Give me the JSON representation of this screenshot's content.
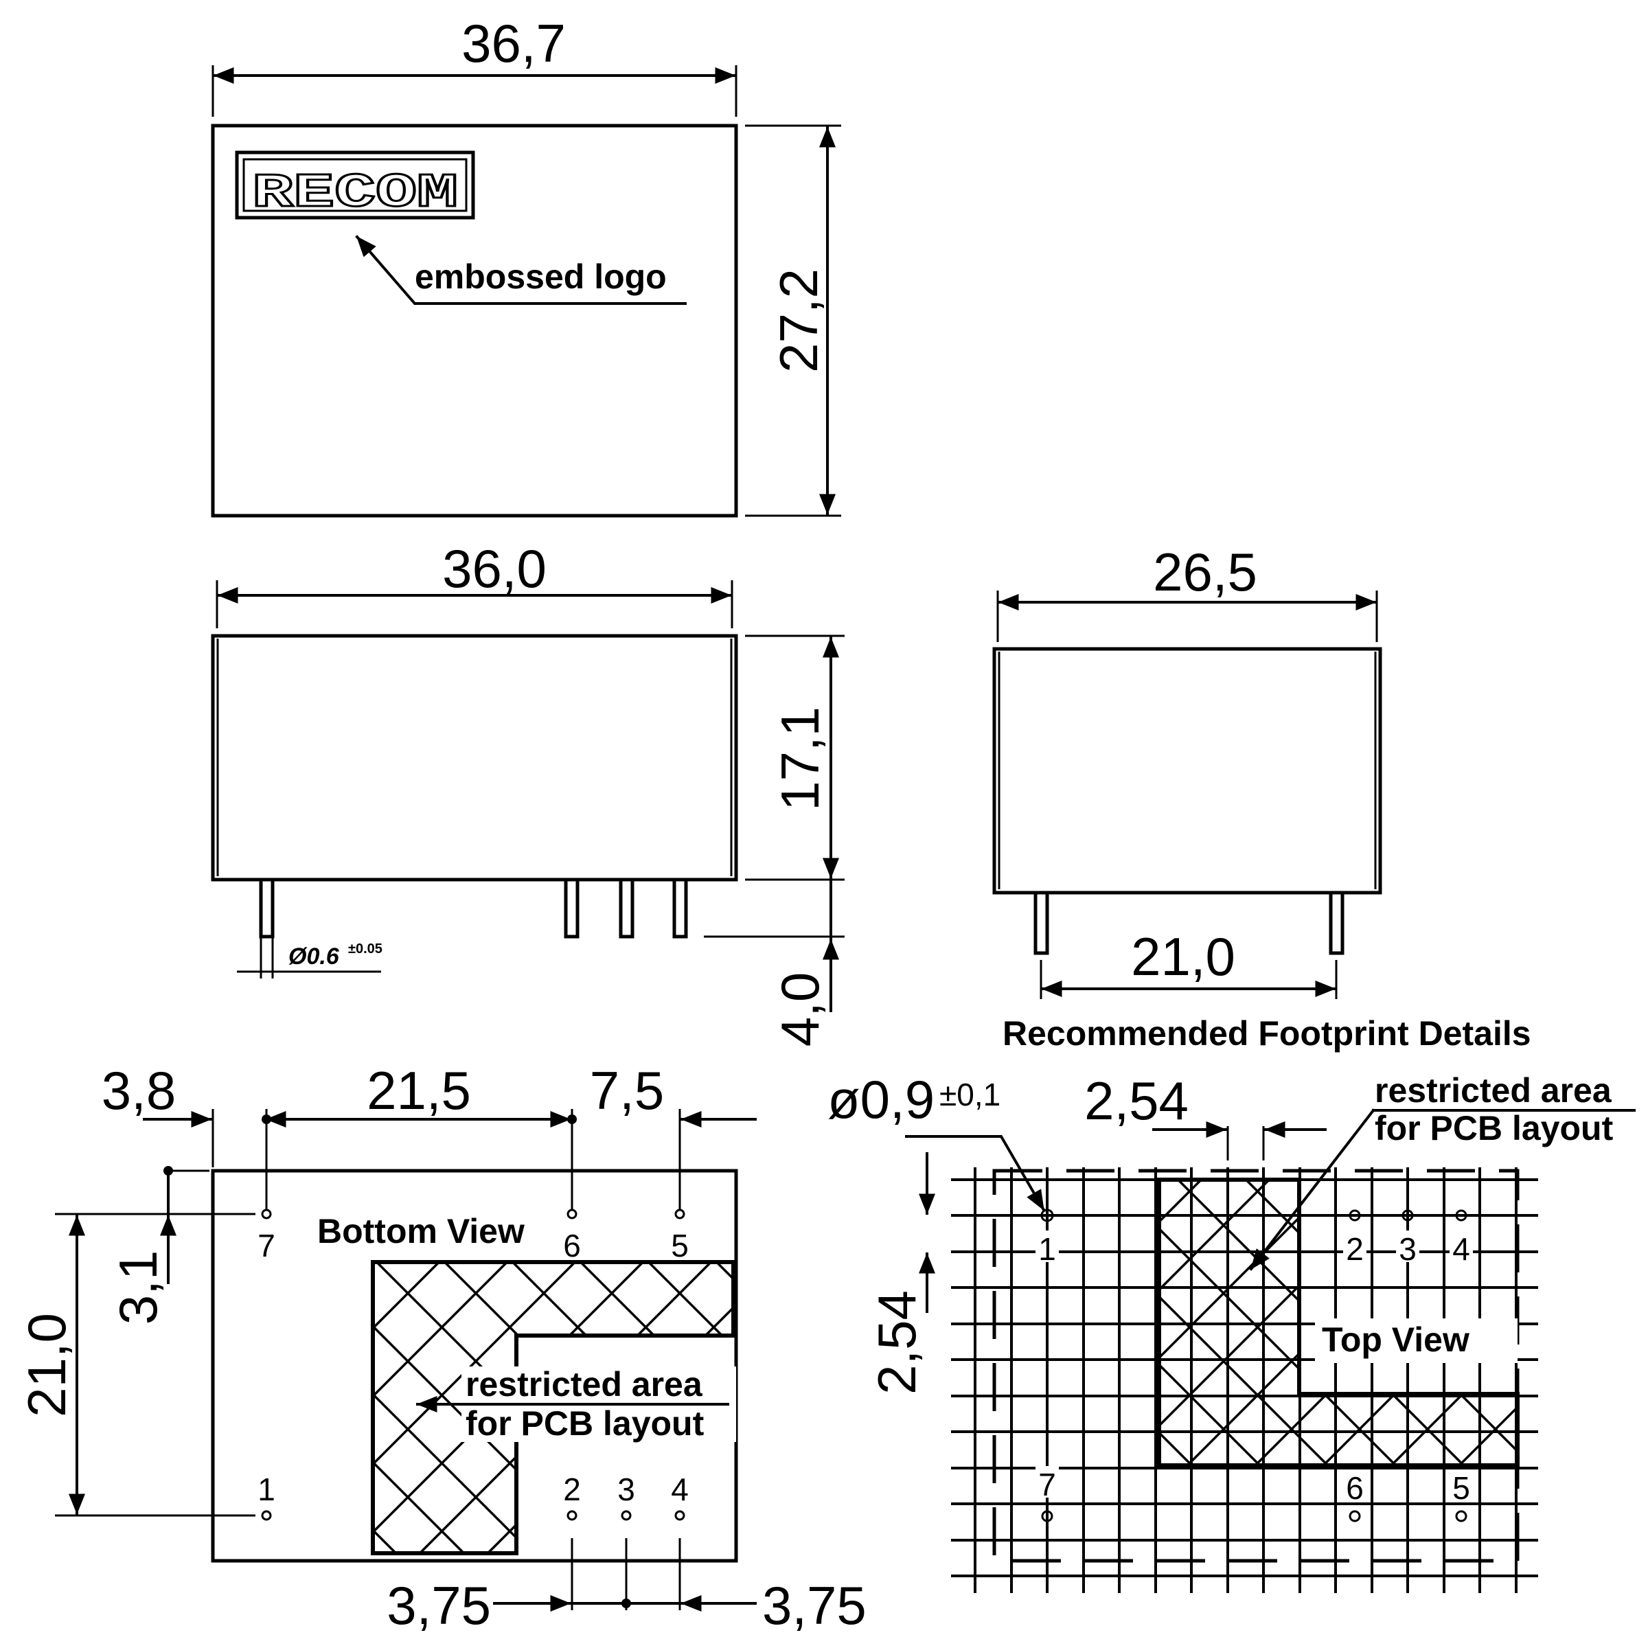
{
  "top_view": {
    "width_dim": "36,7",
    "height_dim": "27,2",
    "logo_text": "RECOM",
    "logo_label": "embossed logo"
  },
  "front_view": {
    "width_dim": "36,0",
    "height_dim": "17,1",
    "pin_length_dim": "4,0",
    "pin_diameter": "Ø0.6",
    "pin_diameter_tol": "±0.05"
  },
  "side_view": {
    "width_dim": "26,5",
    "pin_spacing_dim": "21,0"
  },
  "bottom_view": {
    "title": "Bottom View",
    "dims": {
      "left_offset": "3,8",
      "pin_span": "21,5",
      "pin_5_offset": "7,5",
      "row_spacing": "21,0",
      "top_offset": "3,1",
      "pitch_left": "3,75",
      "pitch_right": "3,75"
    },
    "restricted_label": [
      "restricted area",
      "for PCB layout"
    ],
    "pins": [
      "1",
      "2",
      "3",
      "4",
      "5",
      "6",
      "7"
    ]
  },
  "footprint": {
    "heading": "Recommended Footprint Details",
    "hole_diameter": "ø0,9",
    "hole_tol": "±0,1",
    "grid_pitch_h": "2,54",
    "grid_pitch_v": "2,54",
    "title": "Top View",
    "restricted_label": [
      "restricted area",
      "for PCB layout"
    ],
    "pins": [
      "1",
      "2",
      "3",
      "4",
      "5",
      "6",
      "7"
    ]
  }
}
